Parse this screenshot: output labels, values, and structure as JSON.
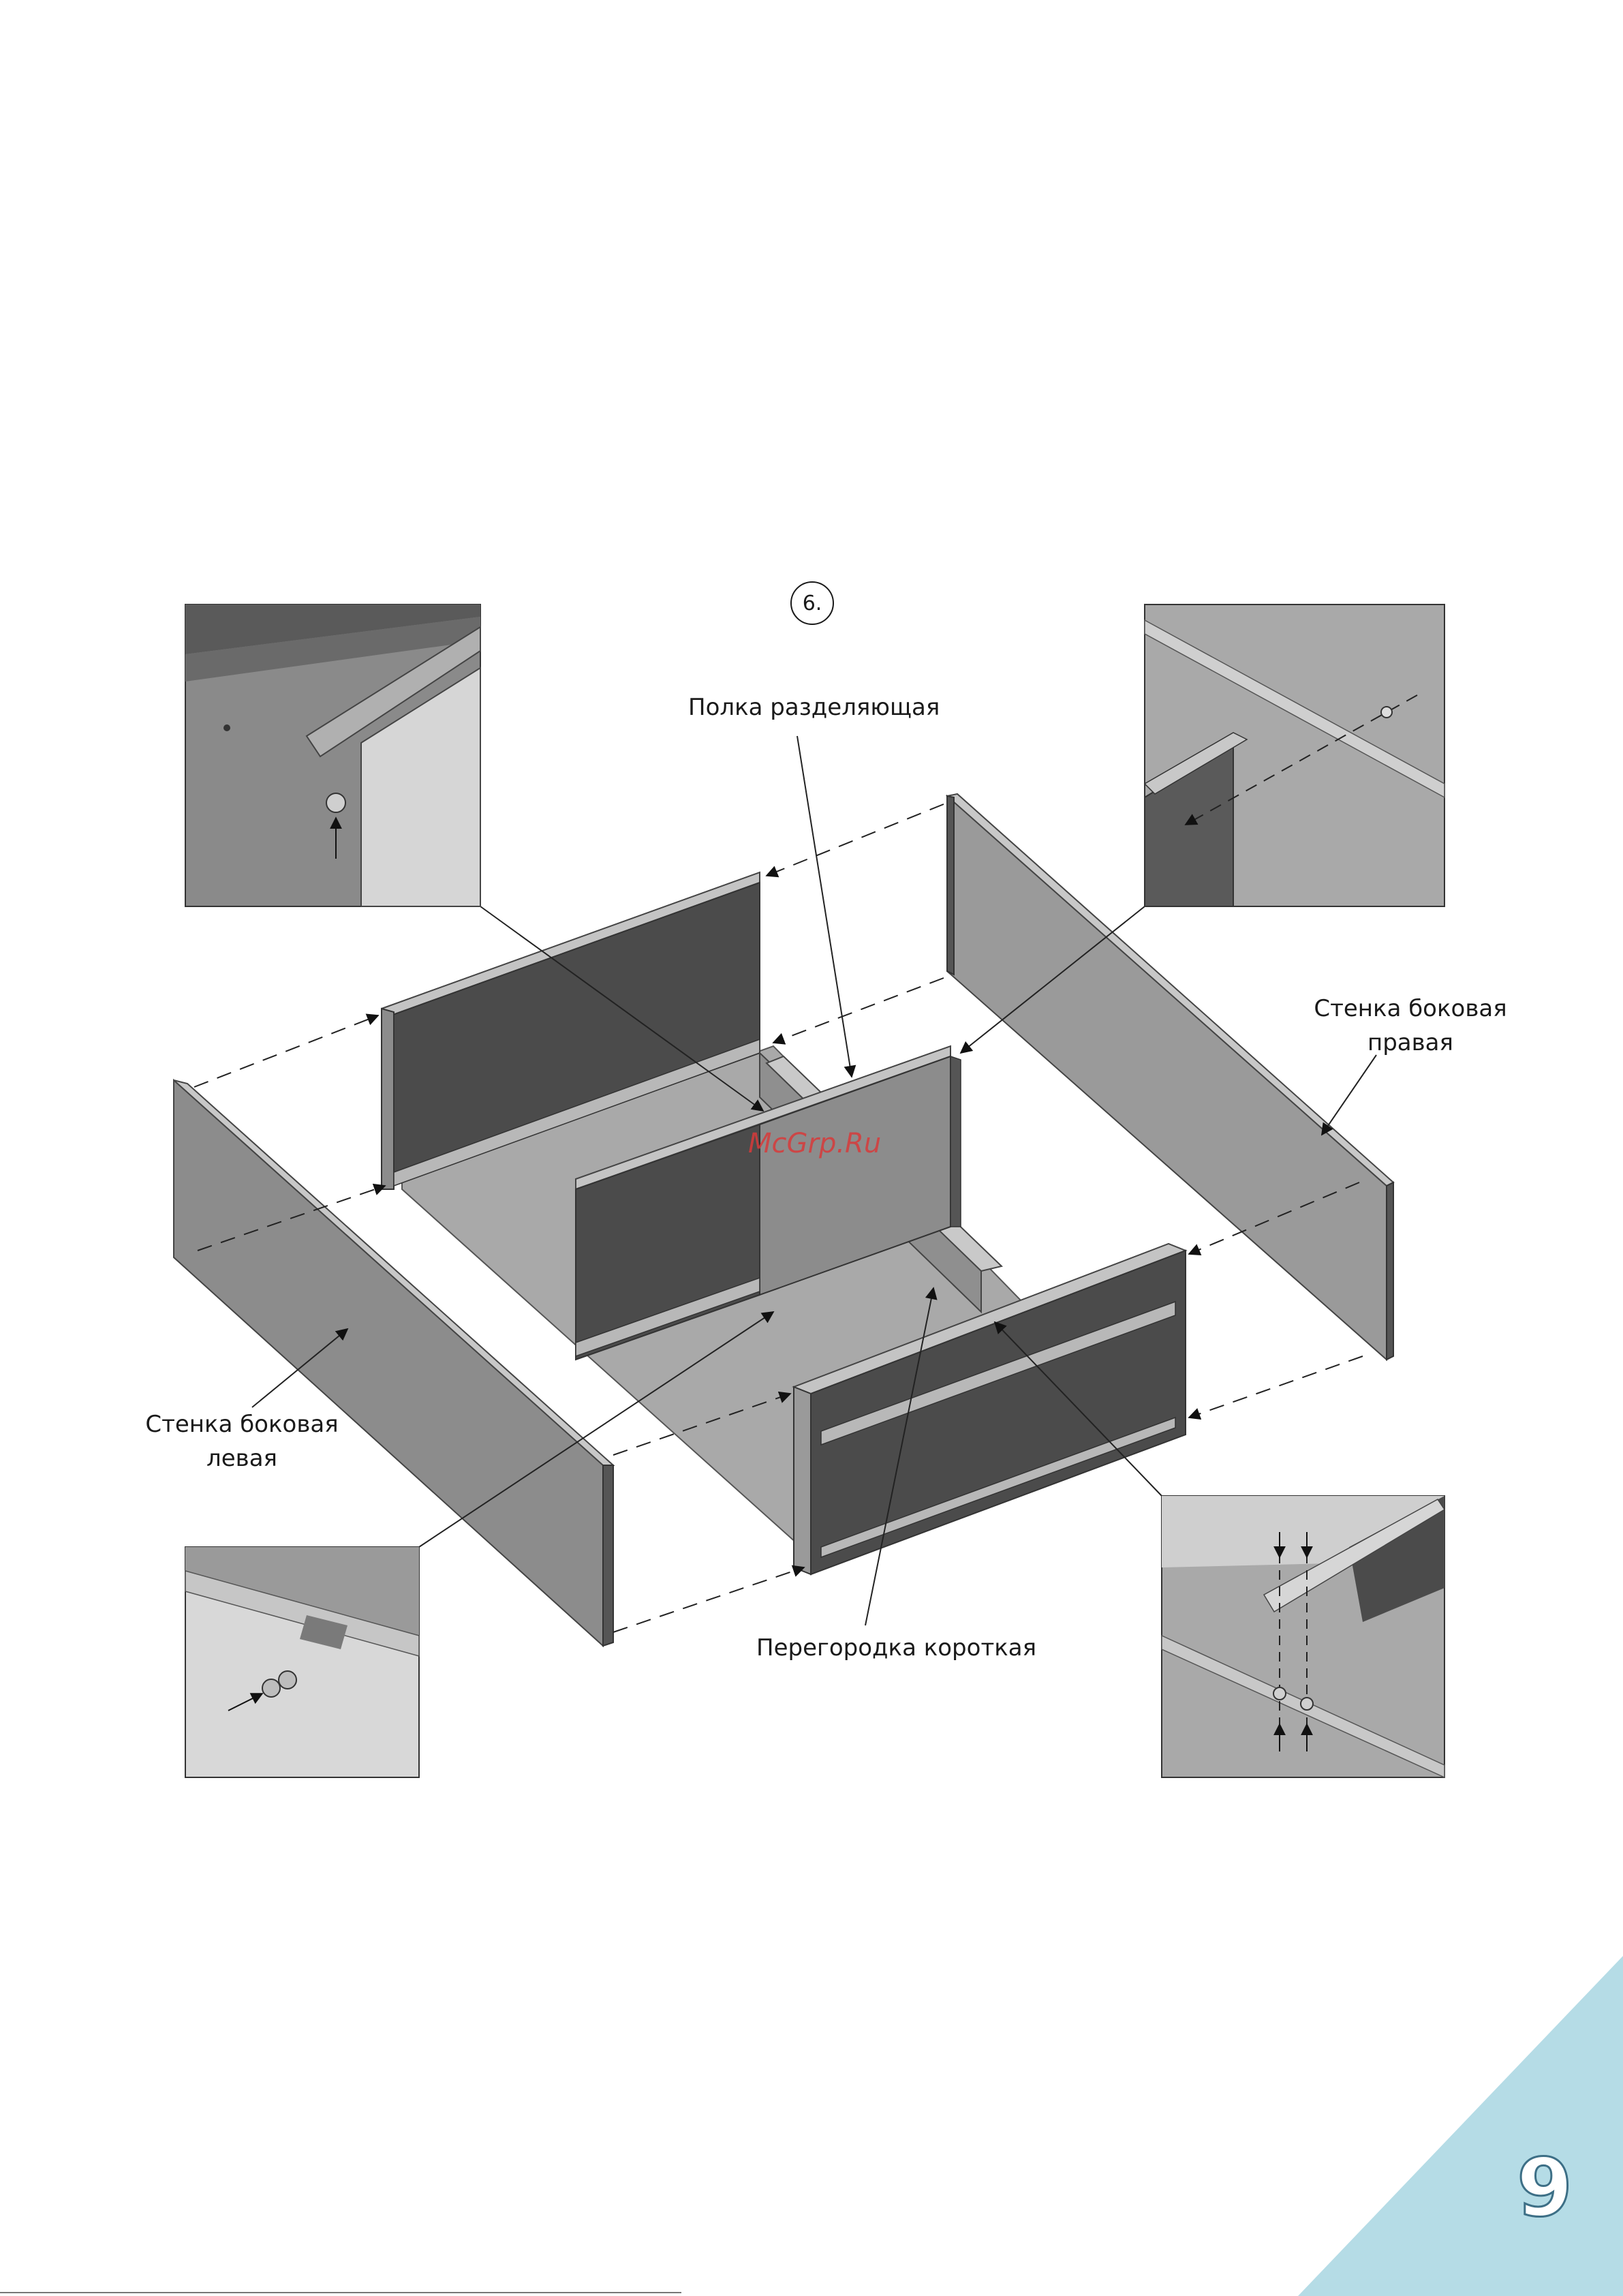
{
  "step": {
    "number": "6."
  },
  "labels": {
    "shelf_divider": "Полка разделяющая",
    "side_right_line1": "Стенка боковая",
    "side_right_line2": "правая",
    "side_left_line1": "Стенка боковая",
    "side_left_line2": "левая",
    "partition_short": "Перегородка короткая"
  },
  "watermark": "McGrp.Ru",
  "page_number": "9",
  "colors": {
    "panel_dark": "#4b4b4b",
    "panel_mid": "#8c8c8c",
    "panel_light": "#a9a9a9",
    "corner_triangle": "#b5dce6"
  }
}
